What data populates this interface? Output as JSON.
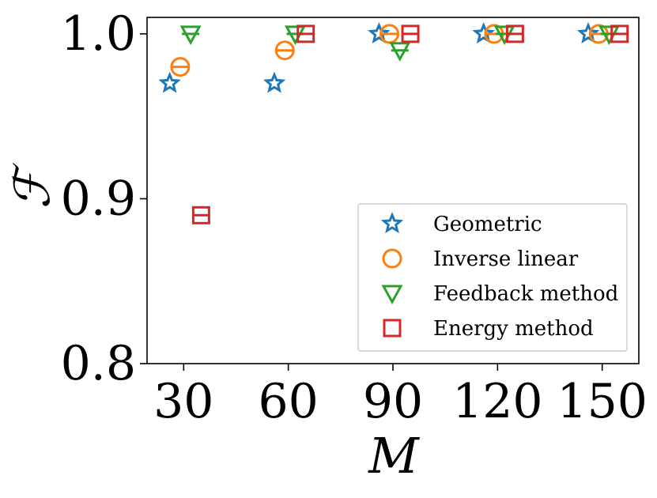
{
  "chart_data": {
    "type": "scatter",
    "xlabel": "M",
    "ylabel": "ℱ",
    "xlim": [
      19.5,
      160.5
    ],
    "ylim": [
      0.8,
      1.01
    ],
    "xticks": [
      30,
      60,
      90,
      120,
      150
    ],
    "xtick_labels": [
      "30",
      "60",
      "90",
      "120",
      "150"
    ],
    "yticks": [
      0.8,
      0.9,
      1.0
    ],
    "ytick_labels": [
      "0.8",
      "0.9",
      "1.0"
    ],
    "grid": false,
    "legend": "lower-right",
    "series": [
      {
        "name": "Geometric",
        "marker": "star",
        "color": "#1f77b4",
        "x": [
          26,
          56,
          86,
          116,
          146
        ],
        "y": [
          0.97,
          0.97,
          1.0,
          1.0,
          1.0
        ]
      },
      {
        "name": "Inverse linear",
        "marker": "circle",
        "color": "#ff7f0e",
        "x": [
          29,
          59,
          89,
          119,
          149
        ],
        "y": [
          0.98,
          0.99,
          1.0,
          1.0,
          1.0
        ]
      },
      {
        "name": "Feedback method",
        "marker": "triangle-down",
        "color": "#2ca02c",
        "x": [
          32,
          62,
          92,
          122,
          152
        ],
        "y": [
          1.0,
          1.0,
          0.99,
          1.0,
          1.0
        ]
      },
      {
        "name": "Energy method",
        "marker": "square",
        "color": "#d62728",
        "x": [
          35,
          65,
          95,
          125,
          155
        ],
        "y": [
          0.89,
          1.0,
          1.0,
          1.0,
          1.0
        ]
      }
    ]
  }
}
